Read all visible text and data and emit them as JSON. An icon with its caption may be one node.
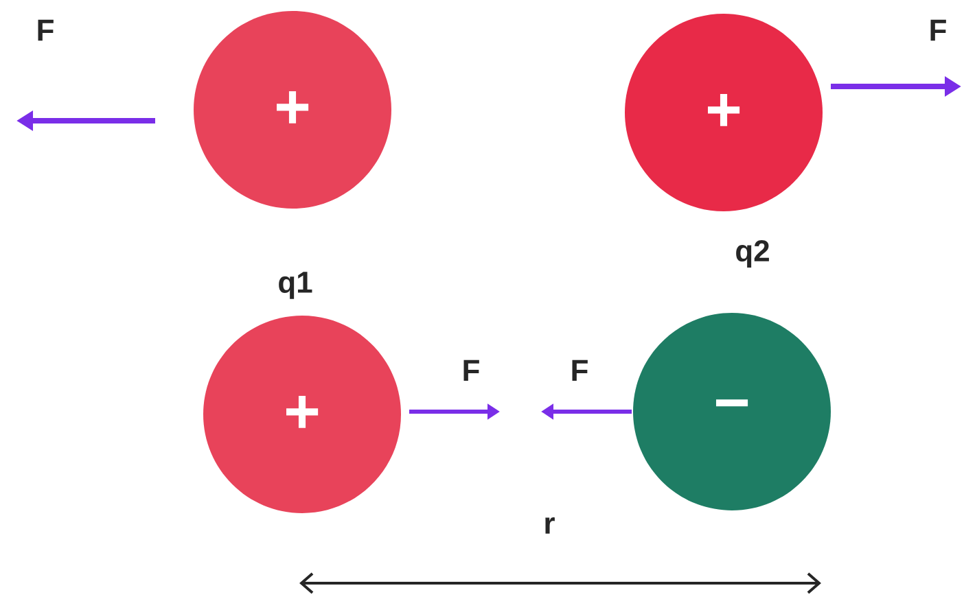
{
  "diagram": {
    "nodes": [
      {
        "text": [
          "+"
        ]
      },
      {
        "text": [
          "+"
        ]
      },
      {
        "text": [
          "+"
        ]
      },
      {
        "text": [
          "−"
        ]
      }
    ],
    "labels": [
      "F",
      "F",
      "q1",
      "q2",
      "F",
      "F",
      "r"
    ]
  }
}
